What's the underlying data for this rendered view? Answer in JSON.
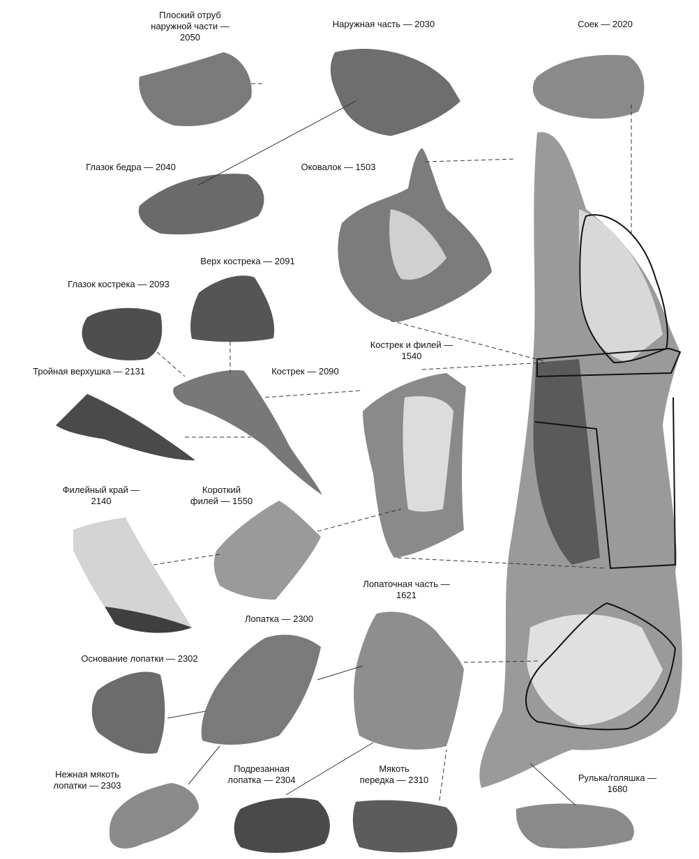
{
  "colors": {
    "meat_dark": "#5a5a5a",
    "meat_mid": "#8c8c8c",
    "fat_light": "#d8d8d8",
    "line": "#333333"
  },
  "labels": {
    "flat_outside": "Плоский отруб\nнаружной части —\n2050",
    "outside": "Наружная часть — 2030",
    "silverside": "Соек — 2020",
    "eye_round": "Глазок бедра — 2040",
    "knuckle": "Оковалок — 1503",
    "rump_top": "Верх кострека — 2091",
    "rump_eye": "Глазок кострека — 2093",
    "rump_loin": "Кострек и филей —\n1540",
    "tri_tip": "Тройная верхушка — 2131",
    "rump": "Кострек — 2090",
    "striploin_edge": "Филейный край —\n2140",
    "short_loin": "Короткий\nфилей — 1550",
    "shoulder_part": "Лопаточная часть —\n1621",
    "blade": "Лопатка — 2300",
    "blade_base": "Основание лопатки — 2302",
    "oyster_blade": "Нежная мякоть\nлопатки — 2303",
    "trimmed_blade": "Подрезанная\nлопатка — 2304",
    "chuck_meat": "Мякоть\nпередка — 2310",
    "shin": "Рулька/голяшка —\n1680"
  }
}
